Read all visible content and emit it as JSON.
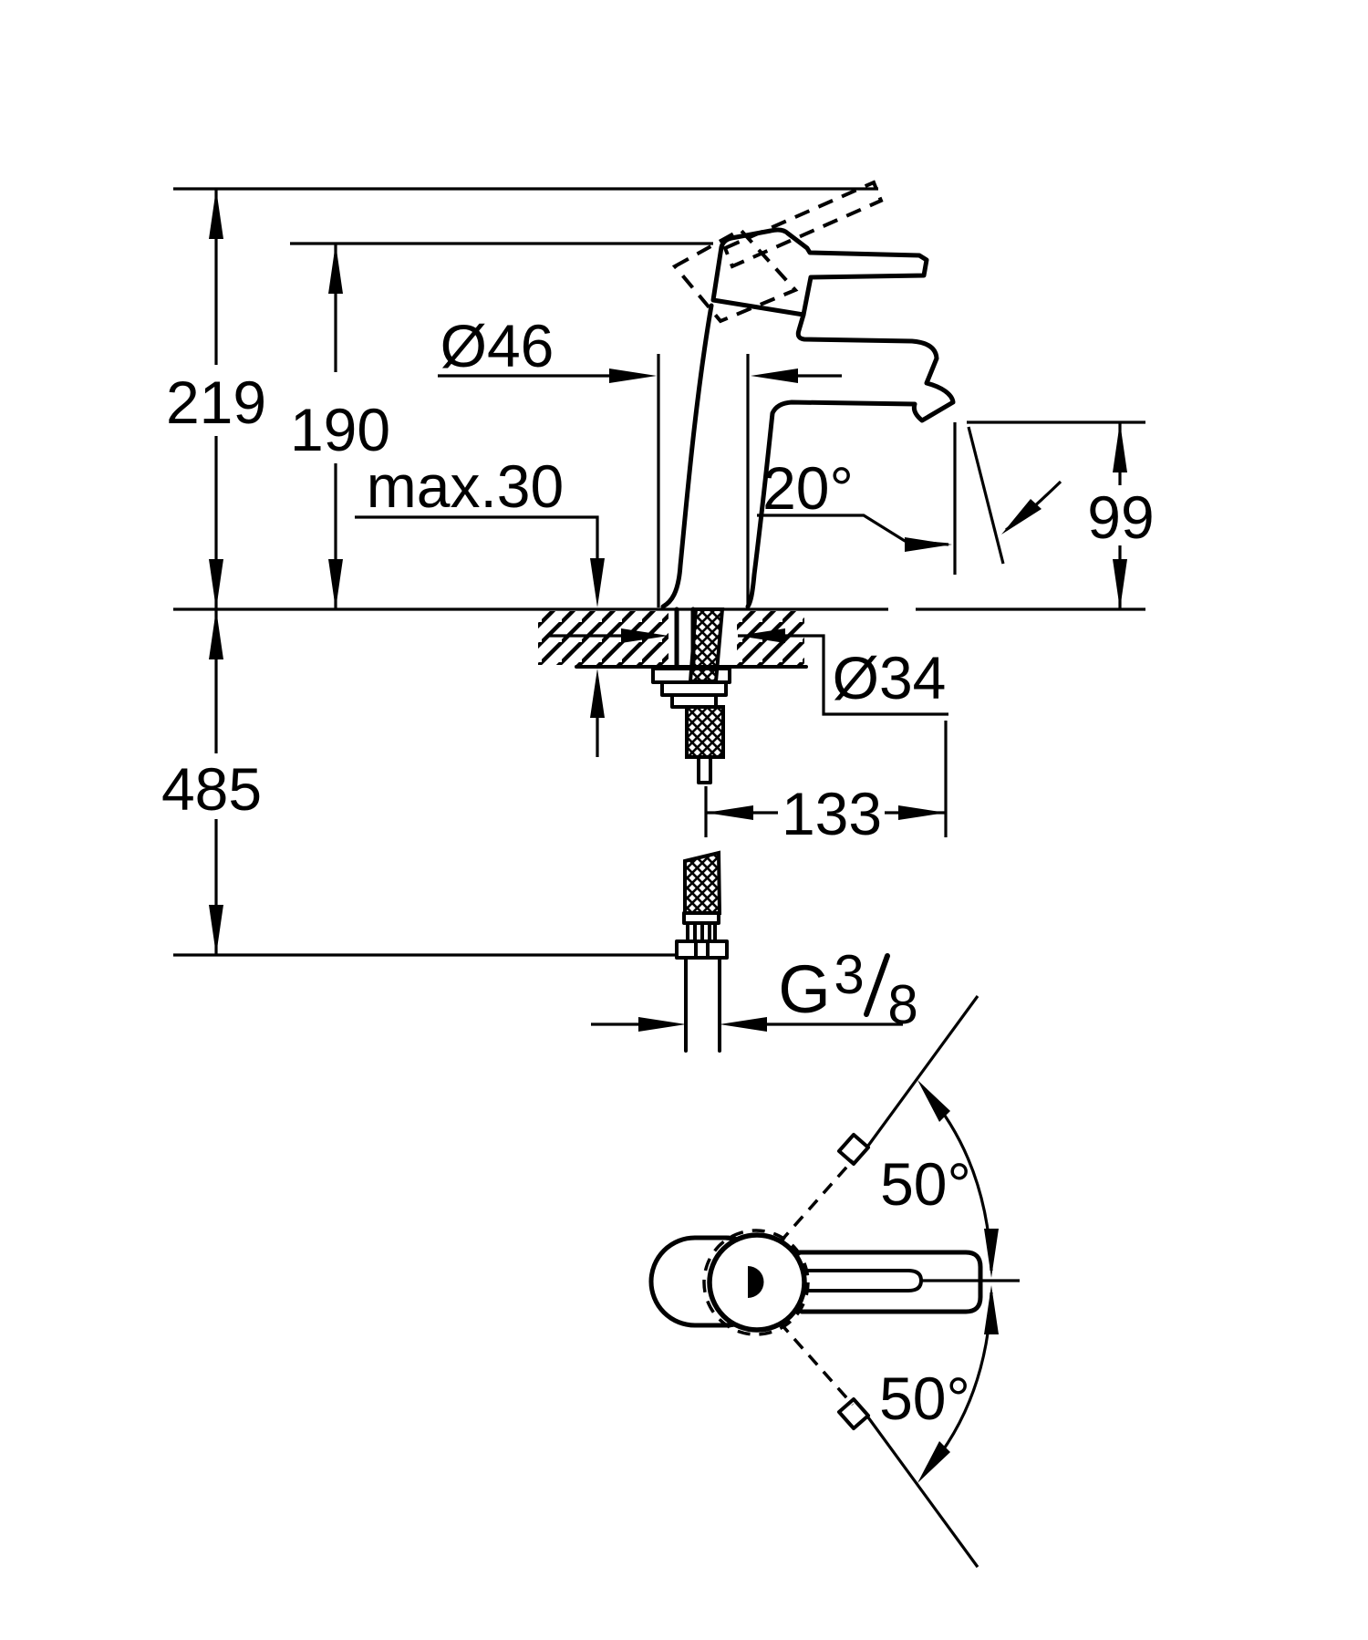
{
  "drawing": {
    "title": "faucet-installation-dimension-drawing",
    "units": "mm",
    "colors": {
      "line": "#000000",
      "background": "#ffffff"
    },
    "side_view": {
      "dimensions": {
        "total_height": "219",
        "height_to_body_top": "190",
        "body_diameter": "Ø46",
        "max_deck_thickness": "max.30",
        "spout_outlet_angle": "20°",
        "spout_outlet_height": "99",
        "hose_length_below_deck": "485",
        "mounting_hole_diameter": "Ø34",
        "spout_projection": "133",
        "thread_letter": "G",
        "thread_numerator": "3",
        "thread_denominator": "8"
      }
    },
    "top_view": {
      "handle_swivel_upper": "50°",
      "handle_swivel_lower": "50°"
    }
  }
}
